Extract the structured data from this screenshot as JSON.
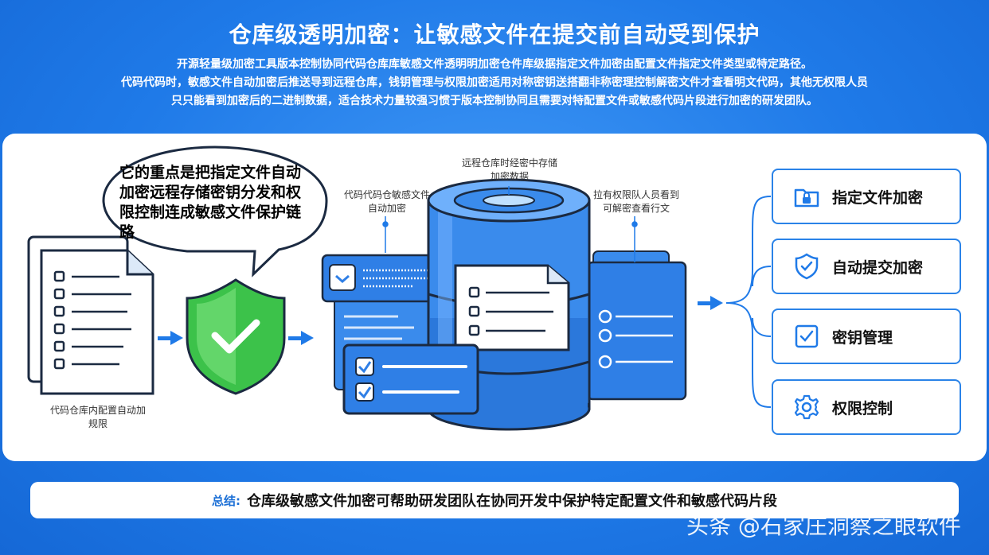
{
  "title": "仓库级透明加密：让敏感文件在提交前自动受到保护",
  "intro": {
    "line1": "开源轻量级加密工具版本控制协同代码仓库库敏感文件透明明加密仓件库级据指定文件加密由配置文件指定文件类型或特定路径。",
    "line2": "代码代码时，敏感文件自动加密后推送导到远程仓库，钱钥管理与权限加密适用对称密钥送搭翻非称密理控制解密文件才查看明文代码，其他无权限人员",
    "line3": "只只能看到加密后的二进制数据，适合技术力量较强习惯于版本控制协同且需要对特配置文件或敏感代码片段进行加密的研发团队。"
  },
  "bubble": {
    "text": "它的重点是把指定文件自动加密远程存储密钥分发和权限控制连成敏感文件保护链路"
  },
  "captions": {
    "config": "代码仓库内配置自动加规限",
    "auto_encrypt": "代码代码仓敏感文件自动加密",
    "remote_store": "远程仓库时经密中存储加密数据",
    "authorized_view": "拉有权限队人员看到可解密查看行文"
  },
  "features": [
    {
      "label": "指定文件加密",
      "icon": "folder-lock-icon"
    },
    {
      "label": "自动提交加密",
      "icon": "shield-check-icon"
    },
    {
      "label": "密钥管理",
      "icon": "checkbox-icon"
    },
    {
      "label": "权限控制",
      "icon": "gear-icon"
    }
  ],
  "summary": {
    "label": "总结:",
    "text": "仓库级敏感文件加密可帮助研发团队在协同开发中保护特定配置文件和敏感代码片段"
  },
  "watermark": "头条 @石家庄洞察之眼软件",
  "colors": {
    "background": "#1f7ae8",
    "accent": "#2a83e8",
    "shield_green": "#3cc24a",
    "cylinder_blue": "#3a8bec"
  }
}
